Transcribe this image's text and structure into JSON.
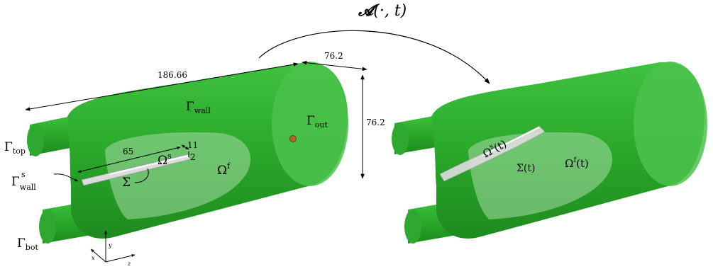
{
  "transform_label": {
    "main": "𝓐",
    "args": "(·, t)"
  },
  "dimensions": {
    "length": "186.66",
    "outlet_width": "76.2",
    "outlet_height": "76.2",
    "plate_length": "65",
    "plate_width": "11",
    "plate_thickness": "2"
  },
  "left_labels": {
    "gamma_wall": {
      "base": "Γ",
      "sub": "wall",
      "sup": ""
    },
    "gamma_out": {
      "base": "Γ",
      "sub": "out",
      "sup": ""
    },
    "gamma_top": {
      "base": "Γ",
      "sub": "top",
      "sup": ""
    },
    "gamma_bot": {
      "base": "Γ",
      "sub": "bot",
      "sup": ""
    },
    "gamma_wall_s": {
      "base": "Γ",
      "sub": "wall",
      "sup": "s"
    },
    "omega_s": {
      "base": "Ω",
      "sub": "",
      "sup": "s"
    },
    "omega_f": {
      "base": "Ω",
      "sub": "",
      "sup": "f"
    },
    "sigma": {
      "base": "Σ",
      "sub": "",
      "sup": ""
    }
  },
  "right_labels": {
    "omega_s_t": {
      "base": "Ω",
      "sup": "s",
      "tail": "(t)"
    },
    "sigma_t": {
      "base": "Σ",
      "tail": "(t)"
    },
    "omega_f_t": {
      "base": "Ω",
      "sup": "f",
      "tail": "(t)"
    }
  },
  "axes": {
    "x": "x",
    "y": "y",
    "z": "z"
  },
  "colors": {
    "tube": "#2db52d",
    "tube_dark": "#1f8f1f",
    "tube_light": "#6fd16f",
    "fluid_region": "#8fcf8f",
    "plate": "#d8d8d8",
    "outlet_marker": "#b5651d"
  }
}
